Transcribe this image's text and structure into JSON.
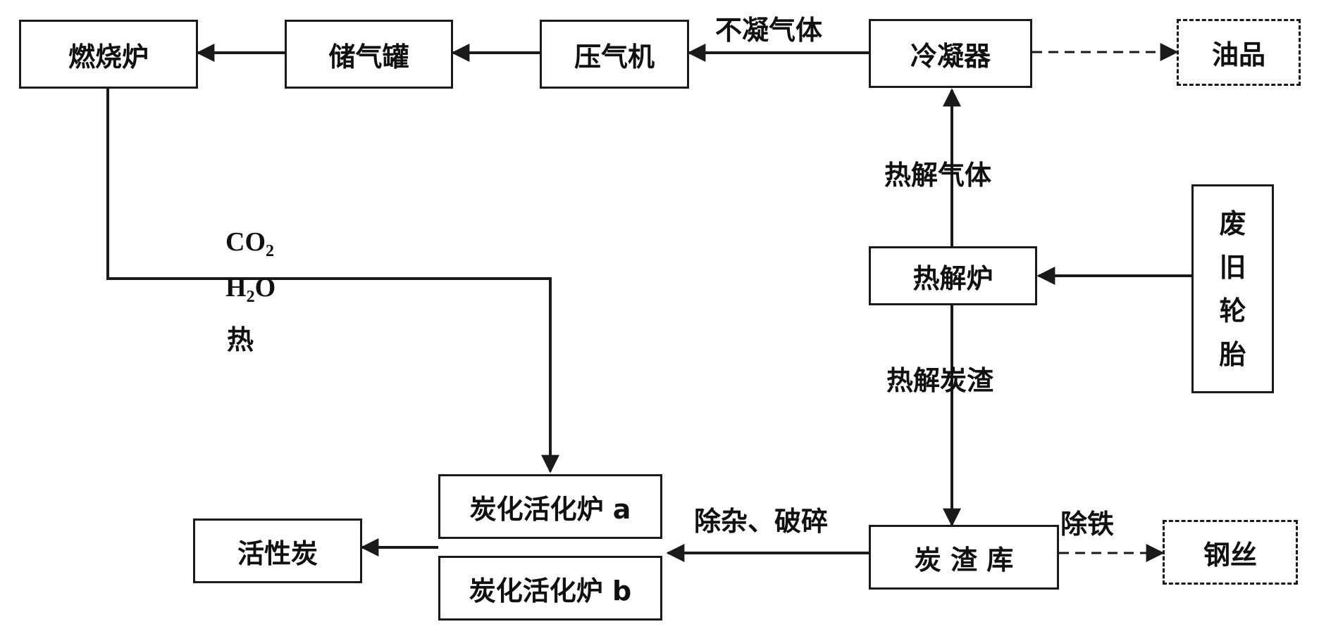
{
  "nodes": {
    "combustion_furnace": "燃烧炉",
    "gas_tank": "储气罐",
    "compressor": "压气机",
    "condenser": "冷凝器",
    "oil_product": "油品",
    "pyrolysis_furnace": "热解炉",
    "waste_tire": [
      "废",
      "旧",
      "轮",
      "胎"
    ],
    "carbonization_a": "炭化活化炉 a",
    "carbonization_b": "炭化活化炉 b",
    "activated_carbon": "活性炭",
    "char_storage": "炭 渣 库",
    "steel_wire": "钢丝"
  },
  "edge_labels": {
    "non_condensable_gas": "不凝气体",
    "pyrolysis_gas": "热解气体",
    "pyrolysis_char": "热解炭渣",
    "impurity_crush": "除杂、破碎",
    "iron_removal": "除铁",
    "co2": "CO",
    "co2_sub": "2",
    "h2o_pre": "H",
    "h2o_sub": "2",
    "h2o_post": "O",
    "heat": "热"
  }
}
